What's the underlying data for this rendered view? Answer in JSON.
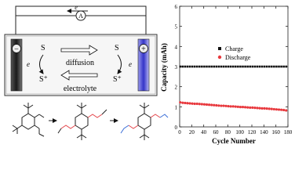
{
  "cell_diagram": {
    "ammeter_symbol": "A",
    "electron_top": "e",
    "electron_left": "e",
    "electron_right": "e",
    "neg_sign": "−",
    "pos_sign": "+",
    "left_S": "S",
    "left_S_plus": "S⁺",
    "right_S": "S",
    "right_S_plus": "S⁺",
    "diffusion_label": "diffusion",
    "electrolyte_label": "electrolyte",
    "colors": {
      "anode_dark": "#222222",
      "cathode_blue": "#4a4ad8",
      "bond_red": "#e5484d",
      "bond_blue": "#3b6fd8"
    }
  },
  "chart_data": {
    "type": "scatter",
    "xlabel": "Cycle Number",
    "ylabel": "Capacity (mAh)",
    "xlim": [
      0,
      180
    ],
    "ylim": [
      0,
      6
    ],
    "x_ticks": [
      "0",
      "20",
      "40",
      "60",
      "80",
      "100",
      "120",
      "140",
      "160",
      "180"
    ],
    "y_ticks": [
      "0",
      "1",
      "2",
      "3",
      "4",
      "5",
      "6"
    ],
    "legend_position": "middle-right",
    "series": [
      {
        "name": "Charge",
        "marker": "square",
        "color": "#111111",
        "x": [
          1,
          5,
          9,
          13,
          17,
          21,
          25,
          29,
          33,
          37,
          41,
          45,
          49,
          53,
          57,
          61,
          65,
          69,
          73,
          77,
          81,
          85,
          89,
          93,
          97,
          101,
          105,
          109,
          113,
          117,
          121,
          125,
          129,
          133,
          137,
          141,
          145,
          149,
          153,
          157,
          161,
          165,
          169,
          173,
          177
        ],
        "y": [
          3,
          3,
          3,
          3,
          3,
          3,
          3,
          3,
          3,
          3,
          3,
          3,
          3,
          3,
          3,
          3,
          3,
          3,
          3,
          3,
          3,
          3,
          3,
          3,
          3,
          3,
          3,
          3,
          3,
          3,
          3,
          3,
          3,
          3,
          3,
          3,
          3,
          3,
          3,
          3,
          3,
          3,
          3,
          3,
          3
        ]
      },
      {
        "name": "Discharge",
        "marker": "circle",
        "color": "#e8383d",
        "x": [
          1,
          5,
          9,
          13,
          17,
          21,
          25,
          29,
          33,
          37,
          41,
          45,
          49,
          53,
          57,
          61,
          65,
          69,
          73,
          77,
          81,
          85,
          89,
          93,
          97,
          101,
          105,
          109,
          113,
          117,
          121,
          125,
          129,
          133,
          137,
          141,
          145,
          149,
          153,
          157,
          161,
          165,
          169,
          173,
          177
        ],
        "y": [
          1.22,
          1.2,
          1.19,
          1.18,
          1.17,
          1.16,
          1.15,
          1.15,
          1.14,
          1.13,
          1.12,
          1.11,
          1.1,
          1.09,
          1.08,
          1.07,
          1.06,
          1.05,
          1.05,
          1.04,
          1.03,
          1.02,
          1.02,
          1.01,
          1.0,
          0.99,
          0.99,
          0.98,
          0.97,
          0.96,
          0.96,
          0.95,
          0.94,
          0.93,
          0.92,
          0.92,
          0.91,
          0.9,
          0.89,
          0.88,
          0.87,
          0.86,
          0.85,
          0.84,
          0.82
        ]
      }
    ]
  }
}
